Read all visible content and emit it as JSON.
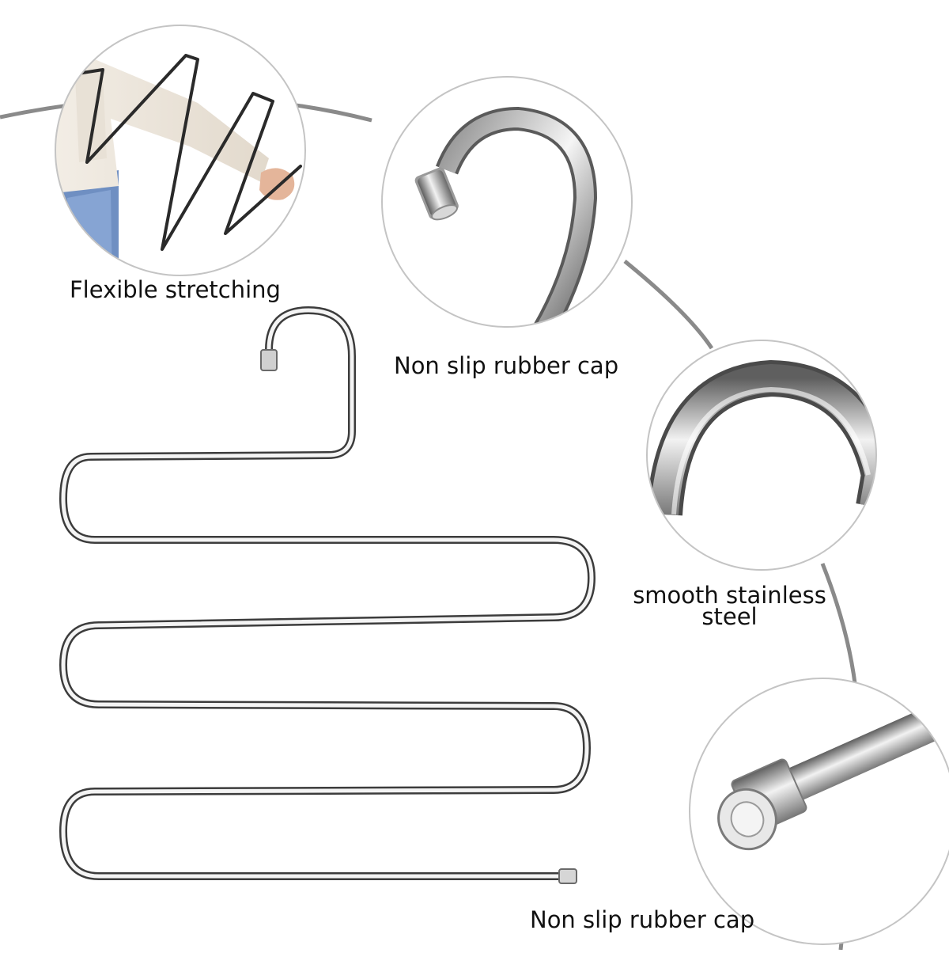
{
  "features": [
    {
      "id": "stretch",
      "caption": "Flexible stretching"
    },
    {
      "id": "top-cap",
      "caption": "Non slip rubber cap"
    },
    {
      "id": "steel",
      "caption_line1": "smooth stainless",
      "caption_line2": "steel"
    },
    {
      "id": "bottom-cap",
      "caption": "Non slip rubber cap"
    }
  ],
  "colors": {
    "background": "#ffffff",
    "arc": "#8a8a8a",
    "circle_border": "#b5b5b5",
    "metal_dark": "#6e6e6e",
    "metal_light": "#e6e6e6",
    "text": "#111111"
  }
}
